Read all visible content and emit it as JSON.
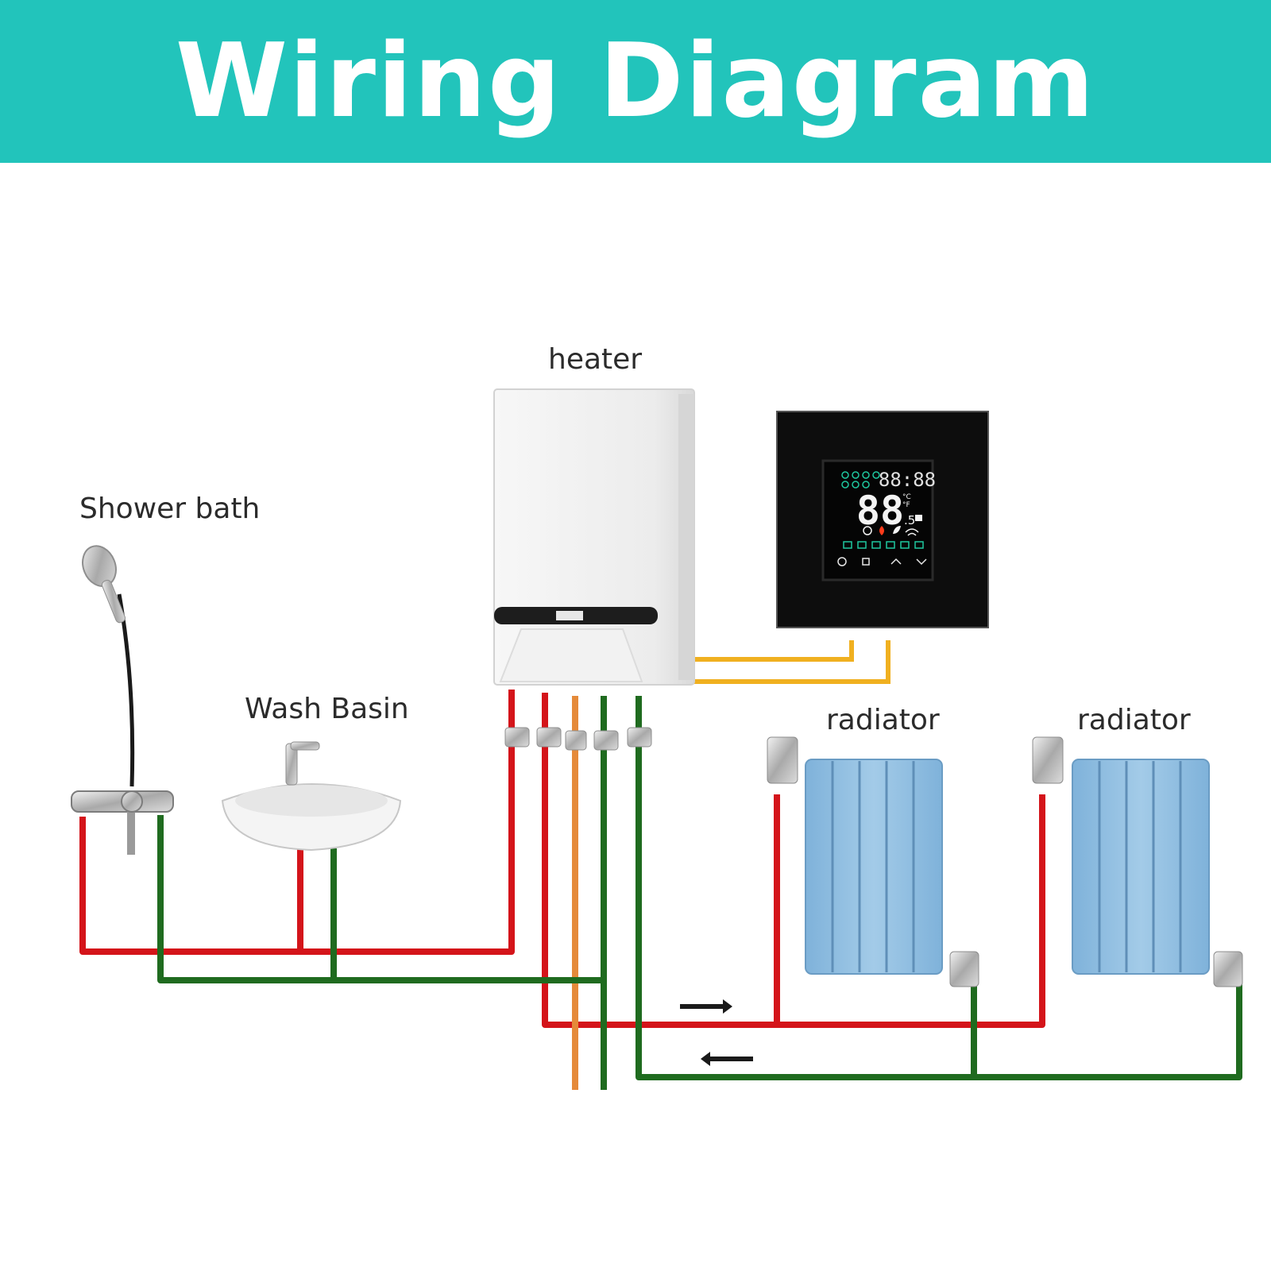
{
  "title": "Wiring Diagram",
  "labels": {
    "heater": "heater",
    "shower": "Shower bath",
    "basin": "Wash Basin",
    "radiator_1": "radiator",
    "radiator_2": "radiator"
  },
  "thermostat": {
    "clock": "88:88",
    "temperature": "88",
    "decimal": ".5",
    "unit_c": "°C",
    "unit_f": "°F"
  },
  "colors": {
    "banner": "#22c4bb",
    "hot_pipe": "#d4141a",
    "return_pipe": "#1f6b1f",
    "gas_pipe": "#e58a3a",
    "wire": "#f0b020",
    "radiator": "#8fbde0"
  }
}
